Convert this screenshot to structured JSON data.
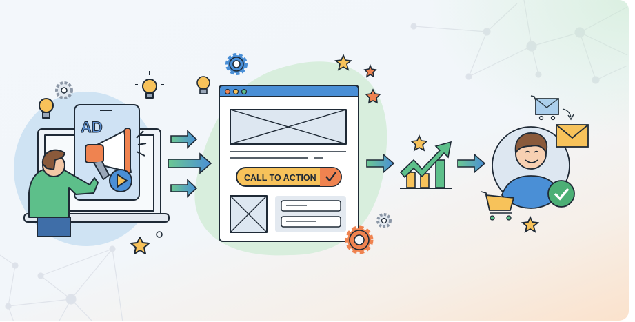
{
  "illustration": {
    "title": "Ad to conversion funnel",
    "stages": [
      {
        "name": "advertising",
        "badge": "AD"
      },
      {
        "name": "landing-page",
        "cta_label": "CALL TO ACTION"
      },
      {
        "name": "growth"
      },
      {
        "name": "customer-conversion"
      }
    ]
  },
  "colors": {
    "green": "#5dbf8a",
    "blue": "#4a8fd6",
    "orange": "#ef8350",
    "yellow": "#f7c25a",
    "outline": "#1f2a36",
    "panel": "#dde7f1"
  }
}
